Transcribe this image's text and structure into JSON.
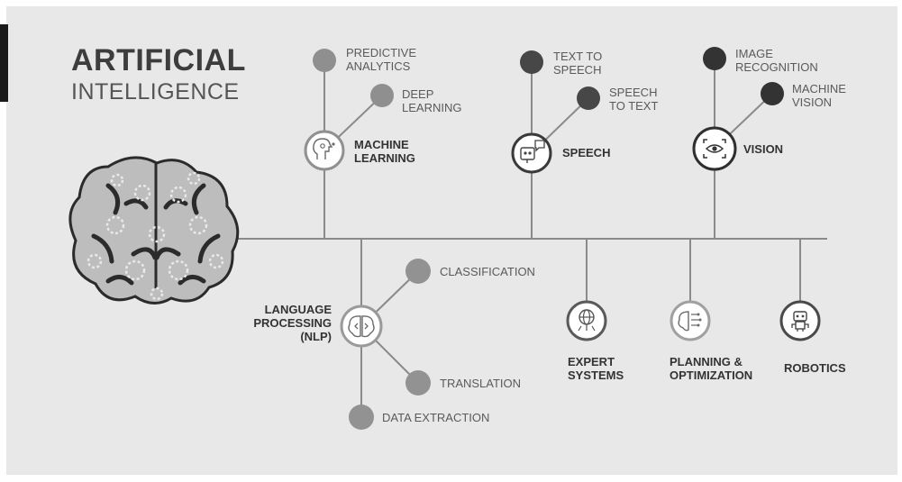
{
  "title": {
    "line1": "ARTIFICIAL",
    "line2": "INTELLIGENCE"
  },
  "colors": {
    "background": "#e8e8e8",
    "line": "#8a8a8a",
    "ml_dots": "#8f8f8f",
    "speech_dots": "#474747",
    "vision_dots": "#333333",
    "nlp_dots": "#929292",
    "hub_fill": "#ffffff"
  },
  "branches": {
    "machine_learning": {
      "label": "MACHINE\nLEARNING",
      "icon": "ai-head-icon",
      "leaves": [
        "PREDICTIVE\nANALYTICS",
        "DEEP\nLEARNING"
      ]
    },
    "speech": {
      "label": "SPEECH",
      "icon": "speaking-robot-icon",
      "leaves": [
        "TEXT TO\nSPEECH",
        "SPEECH\nTO TEXT"
      ]
    },
    "vision": {
      "label": "VISION",
      "icon": "eye-scan-icon",
      "leaves": [
        "IMAGE\nRECOGNITION",
        "MACHINE\nVISION"
      ]
    },
    "nlp": {
      "label": "LANGUAGE\nPROCESSING\n(NLP)",
      "icon": "brain-code-icon",
      "leaves": [
        "CLASSIFICATION",
        "TRANSLATION",
        "DATA EXTRACTION"
      ]
    },
    "expert_systems": {
      "label": "EXPERT\nSYSTEMS",
      "icon": "globe-network-icon"
    },
    "planning": {
      "label": "PLANNING &\nOPTIMIZATION",
      "icon": "brain-circuit-icon"
    },
    "robotics": {
      "label": "ROBOTICS",
      "icon": "robot-icon"
    }
  },
  "brain": {
    "icon": "brain-gears-icon"
  }
}
